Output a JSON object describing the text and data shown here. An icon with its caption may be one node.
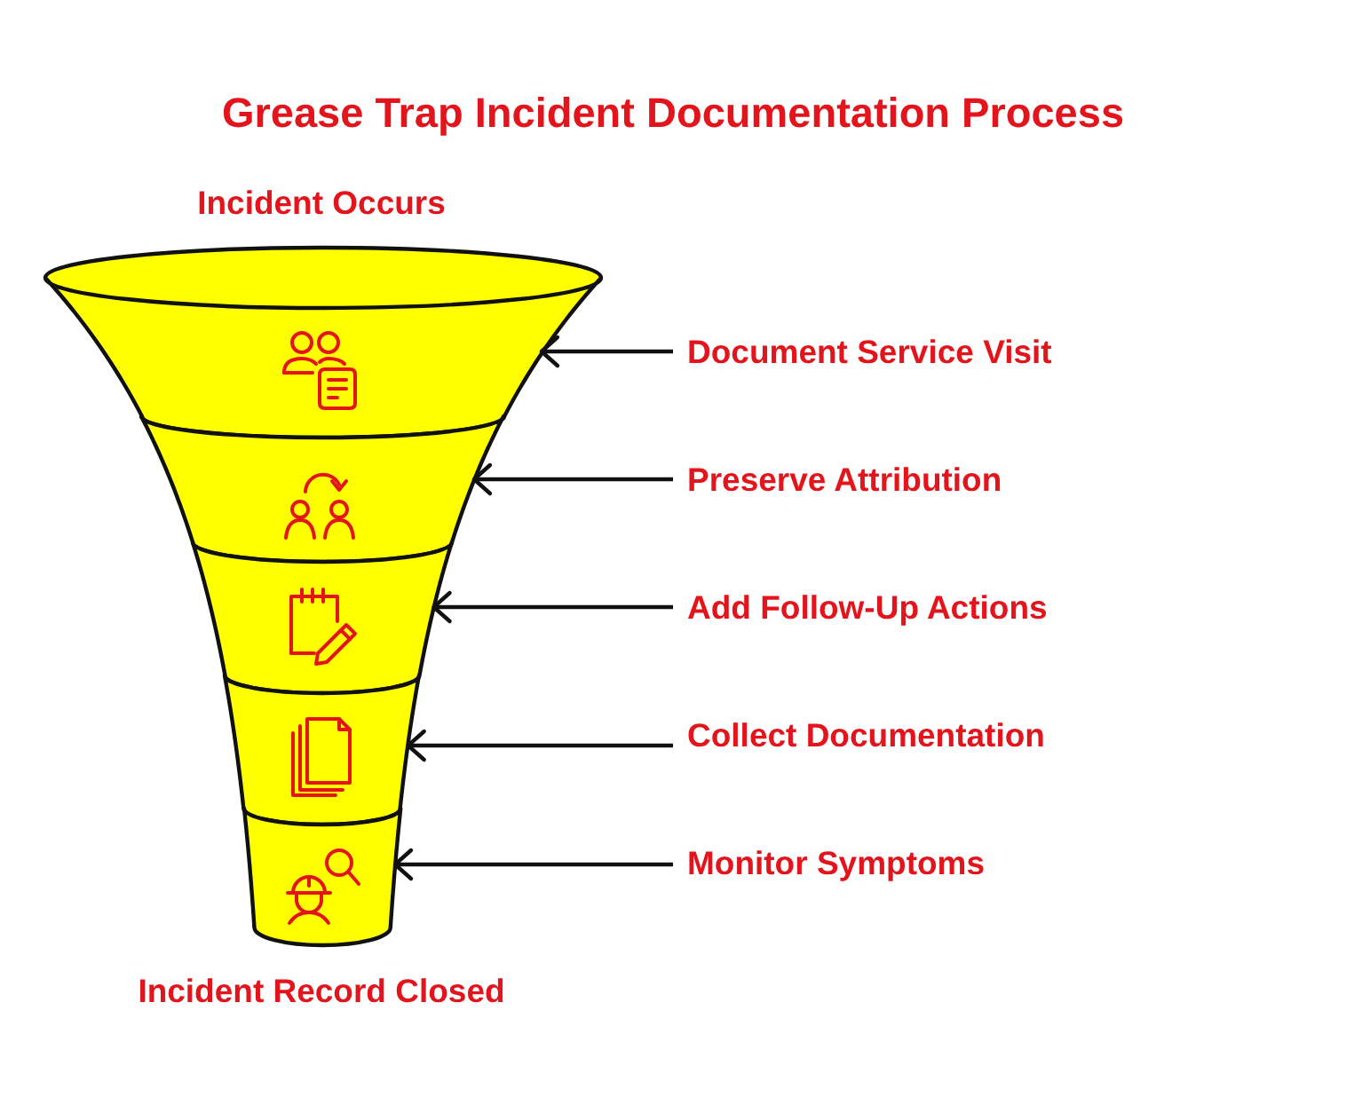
{
  "diagram": {
    "title": "Grease Trap Incident Documentation Process",
    "nodes": [
      {
        "text": [],
        "shape": "band"
      },
      {
        "text": [],
        "shape": "band"
      },
      {
        "text": [],
        "shape": "band"
      },
      {
        "text": [],
        "shape": "band"
      },
      {
        "text": [],
        "shape": "band"
      },
      {
        "text": [
          "Document Service Visit"
        ]
      },
      {
        "text": [
          "Preserve Attribution"
        ]
      },
      {
        "text": [
          "Add Follow-Up Actions"
        ]
      },
      {
        "text": [
          "Collect Documentation"
        ]
      },
      {
        "text": [
          "Monitor Symptoms"
        ]
      }
    ],
    "edges": [
      {
        "from": 5,
        "to": 0,
        "arrow": "to"
      },
      {
        "from": 6,
        "to": 1,
        "arrow": "to"
      },
      {
        "from": 7,
        "to": 2,
        "arrow": "to"
      },
      {
        "from": 8,
        "to": 3,
        "arrow": "to"
      },
      {
        "from": 9,
        "to": 4,
        "arrow": "to"
      }
    ],
    "labels": [
      "Incident Occurs",
      "Incident Record Closed"
    ]
  }
}
